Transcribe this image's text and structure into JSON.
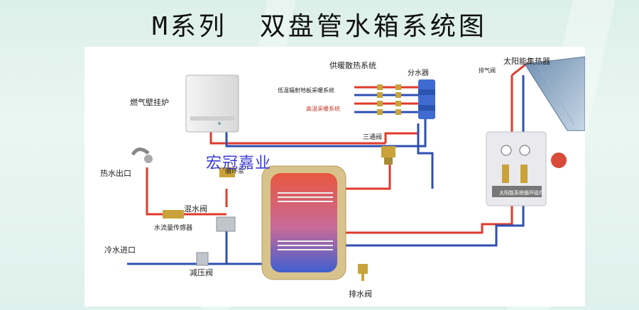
{
  "title": {
    "series": "M系列",
    "name": "双盘管水箱系统图"
  },
  "labels": {
    "boiler": "燃气壁挂炉",
    "heating_system": "供暖散热系统",
    "manifold": "分水器",
    "floor_heating": "低温辐射地板采暖系统",
    "radiator_heating": "高温采暖系统",
    "three_way_valve": "三通阀",
    "solar_collector": "太阳能集热器",
    "vent_valve": "排气阀",
    "solar_pump_group": "太阳能系统循环组件",
    "hot_water_outlet": "热水出口",
    "mixing_valve": "混水阀",
    "flow_sensor": "水流量传感器",
    "cold_water_inlet": "冷水进口",
    "pressure_reducing_valve": "减压阀",
    "circulation_pump": "循环泵",
    "drain_valve": "排水阀"
  },
  "watermark": "宏冠嘉业",
  "colors": {
    "hot_pipe": "#e03a2a",
    "cold_pipe": "#2f4fb0",
    "tank_shell": "#d9c38c",
    "tank_hot": "#e8573f",
    "tank_cold": "#3f5fd0"
  }
}
